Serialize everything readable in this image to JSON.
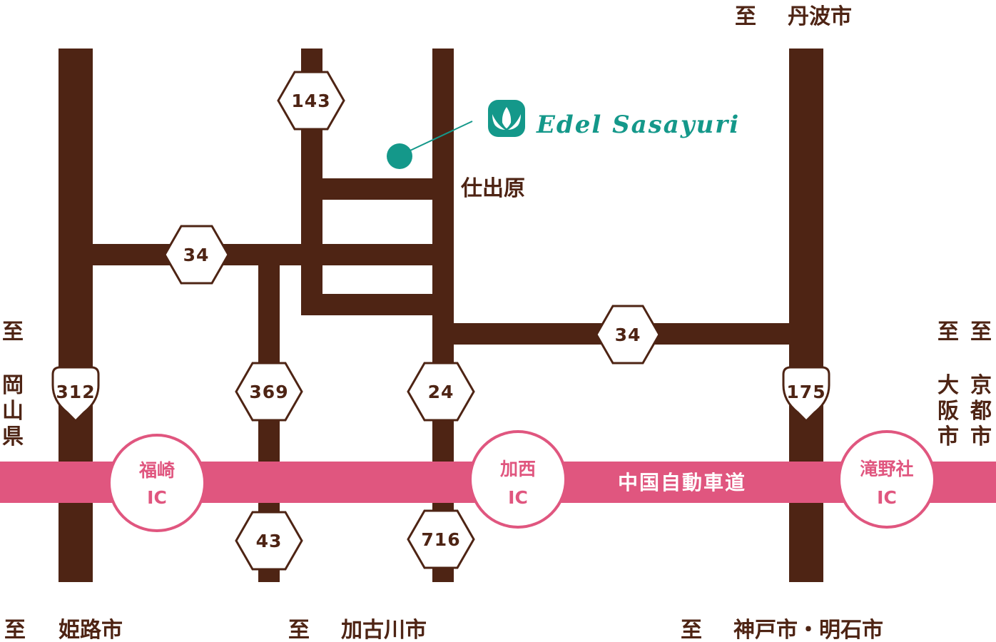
{
  "colors": {
    "road": "#4e2414",
    "expressway": "#e0567f",
    "logo": "#14988a",
    "badge_fill": "#ffffff"
  },
  "logo": {
    "text": "Edel Sasayuri",
    "icon": "lily-emblem-icon"
  },
  "locality": "仕出原",
  "expressway": {
    "name": "中国自動車道"
  },
  "interchanges": {
    "fukusaki": {
      "line1": "福崎",
      "line2": "IC"
    },
    "kasai": {
      "line1": "加西",
      "line2": "IC"
    },
    "takino": {
      "line1": "滝野社",
      "line2": "IC"
    }
  },
  "routes": {
    "r143": "143",
    "r34_west": "34",
    "r34_east": "34",
    "r312": "312",
    "r369": "369",
    "r24": "24",
    "r175": "175",
    "r43": "43",
    "r716": "716"
  },
  "directions": {
    "tamba": {
      "to": "至",
      "place": "丹波市"
    },
    "okayama": {
      "to": "至",
      "place": "岡山県"
    },
    "osaka": {
      "to": "至",
      "place": "大阪市"
    },
    "kyoto": {
      "to": "至",
      "place": "京都市"
    },
    "himeji": {
      "to": "至",
      "place": "姫路市"
    },
    "kakogawa": {
      "to": "至",
      "place": "加古川市"
    },
    "kobe": {
      "to": "至",
      "place": "神戸市・明石市"
    }
  }
}
